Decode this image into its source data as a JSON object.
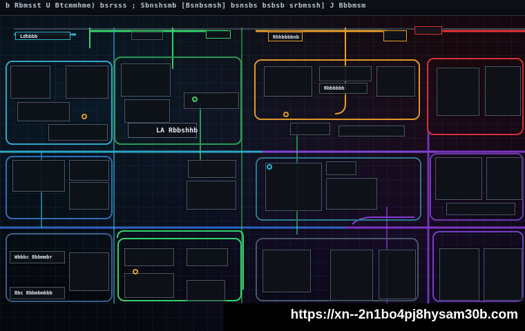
{
  "header": {
    "title": "b Rbmsst U Btcmmhme) bsrsss ; Sbnshsmb [Bsnbsmsh] bsnsbs bsbsb srbmssh] J Bbbmsm"
  },
  "labels": {
    "top_box_1": "Ldhbbb",
    "top_box_2": "Rhhbbbbnb",
    "top_box_3": "Rbbbbbb",
    "center_main": "LA Rbbshhb",
    "left_mid": "Wbbbc Bbbmmbr",
    "left_bottom": "Bbc Bbbmbmbbb"
  },
  "colors": {
    "cyan": "#2fb8d8",
    "green": "#36d36b",
    "orange": "#e8a02a",
    "red": "#e8323a",
    "purple": "#8a3bd8",
    "blue": "#2f6fd8"
  },
  "watermark": {
    "url": "https://xn--2n1bo4pj8hysam30b.com"
  }
}
